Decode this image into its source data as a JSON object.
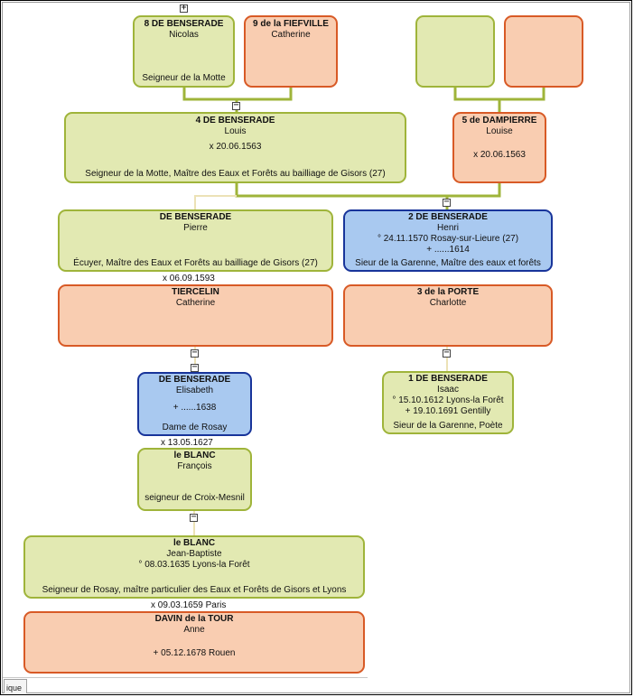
{
  "collapse_toggle": "−",
  "expand_toggle": "+",
  "tab_label": "ique",
  "persons": {
    "p8": {
      "name": "8 DE BENSERADE",
      "given": "Nicolas",
      "title": "Seigneur de la Motte"
    },
    "p9": {
      "name": "9 de la FIEFVILLE",
      "given": "Catherine"
    },
    "p4": {
      "name": "4 DE BENSERADE",
      "given": "Louis",
      "marriage": "x 20.06.1563",
      "title": "Seigneur de la Motte, Maître des Eaux et Forêts au bailliage de Gisors (27)"
    },
    "p5": {
      "name": "5 de DAMPIERRE",
      "given": "Louise",
      "marriage": "x 20.06.1563"
    },
    "pierre": {
      "name": "DE BENSERADE",
      "given": "Pierre",
      "title": "Écuyer, Maître des Eaux et Forêts au bailliage de Gisors (27)"
    },
    "p2": {
      "name": "2 DE BENSERADE",
      "given": "Henri",
      "birth": "° 24.11.1570 Rosay-sur-Lieure (27)",
      "death": "+ ......1614",
      "title": "Sieur de la Garenne, Maître des eaux et forêts"
    },
    "tiercelin": {
      "name": "TIERCELIN",
      "given": "Catherine"
    },
    "p3": {
      "name": "3 de la PORTE",
      "given": "Charlotte"
    },
    "elisabeth": {
      "name": "DE BENSERADE",
      "given": "Elisabeth",
      "death": "+ ......1638",
      "title": "Dame de Rosay"
    },
    "p1": {
      "name": "1 DE BENSERADE",
      "given": "Isaac",
      "birth": "° 15.10.1612 Lyons-la Forêt",
      "death": "+ 19.10.1691 Gentilly",
      "title": "Sieur de la Garenne, Poète"
    },
    "francois": {
      "name": "le BLANC",
      "given": "François",
      "title": "seigneur de Croix-Mesnil"
    },
    "jb": {
      "name": "le BLANC",
      "given": "Jean-Baptiste",
      "birth": "° 08.03.1635 Lyons-la Forêt",
      "title": "Seigneur de Rosay, maître particulier des Eaux et Forêts de Gisors et Lyons"
    },
    "davin": {
      "name": "DAVIN de la TOUR",
      "given": "Anne",
      "death": "+ 05.12.1678 Rouen"
    }
  },
  "marriages": {
    "pierre_tiercelin": "x 06.09.1593",
    "elisabeth_francois": "x 13.05.1627",
    "jb_davin": "x 09.03.1659 Paris"
  }
}
